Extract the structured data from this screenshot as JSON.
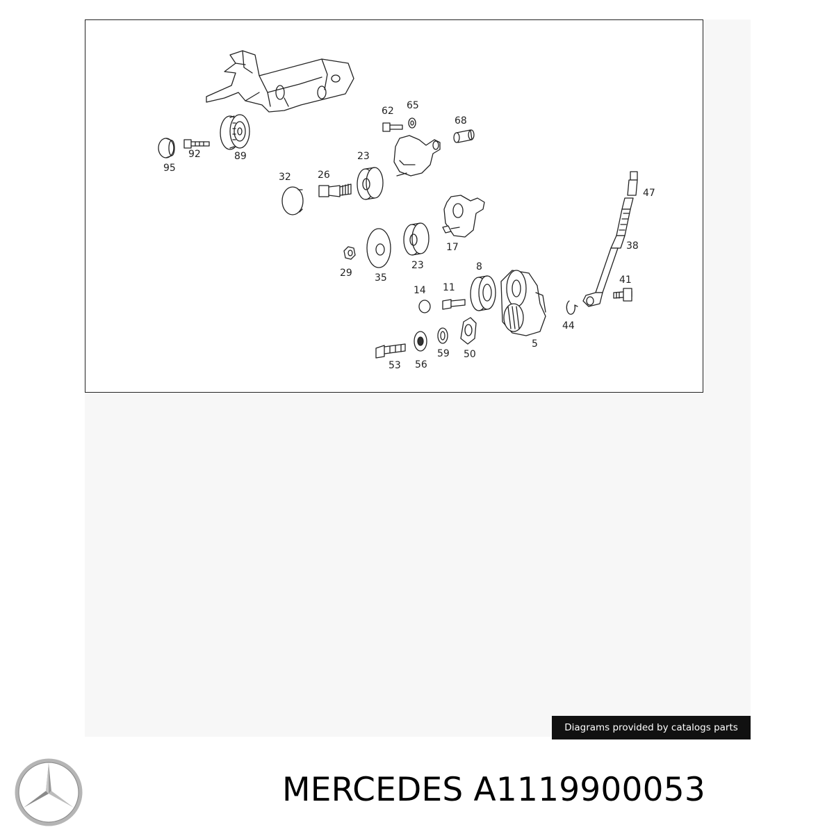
{
  "diagram": {
    "callouts": [
      {
        "id": "c62",
        "label": "62"
      },
      {
        "id": "c65",
        "label": "65"
      },
      {
        "id": "c68",
        "label": "68"
      },
      {
        "id": "c92",
        "label": "92"
      },
      {
        "id": "c89",
        "label": "89"
      },
      {
        "id": "c95",
        "label": "95"
      },
      {
        "id": "c23a",
        "label": "23"
      },
      {
        "id": "c32",
        "label": "32"
      },
      {
        "id": "c26",
        "label": "26"
      },
      {
        "id": "c47",
        "label": "47"
      },
      {
        "id": "c38",
        "label": "38"
      },
      {
        "id": "c17",
        "label": "17"
      },
      {
        "id": "c29",
        "label": "29"
      },
      {
        "id": "c35",
        "label": "35"
      },
      {
        "id": "c23b",
        "label": "23"
      },
      {
        "id": "c8",
        "label": "8"
      },
      {
        "id": "c14",
        "label": "14"
      },
      {
        "id": "c11",
        "label": "11"
      },
      {
        "id": "c41",
        "label": "41"
      },
      {
        "id": "c44",
        "label": "44"
      },
      {
        "id": "c5",
        "label": "5"
      },
      {
        "id": "c53",
        "label": "53"
      },
      {
        "id": "c56",
        "label": "56"
      },
      {
        "id": "c59",
        "label": "59"
      },
      {
        "id": "c50",
        "label": "50"
      }
    ],
    "credit": "Diagrams provided by catalogs parts"
  },
  "footer": {
    "brand_logo_icon": "mercedes-star-icon",
    "title": "MERCEDES A1119900053"
  }
}
